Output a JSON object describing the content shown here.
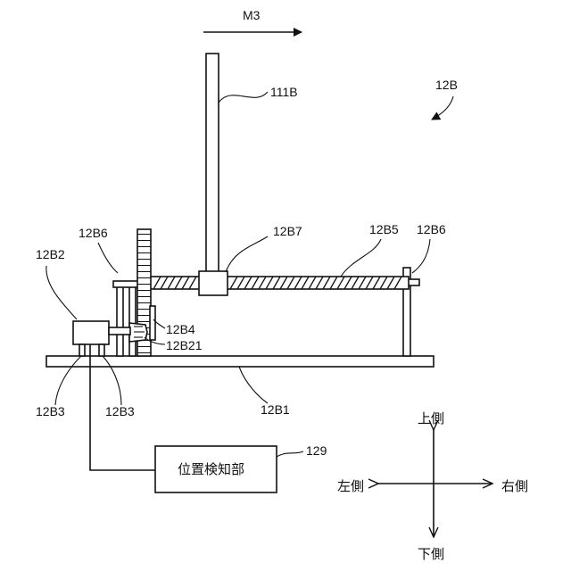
{
  "labels": {
    "m3": "M3",
    "l111b": "111B",
    "l12b": "12B",
    "l12b6_left": "12B6",
    "l12b7": "12B7",
    "l12b5": "12B5",
    "l12b6_right": "12B6",
    "l12b2": "12B2",
    "l12b4": "12B4",
    "l12b21": "12B21",
    "l12b3_left": "12B3",
    "l12b3_right": "12B3",
    "l12b1": "12B1",
    "l129": "129",
    "detector": "位置検知部",
    "dir_up": "上側",
    "dir_down": "下側",
    "dir_left": "左側",
    "dir_right": "右側"
  },
  "colors": {
    "line": "#111111",
    "background": "#ffffff"
  },
  "icons": [
    "arrow-right-icon",
    "cross-arrow-icon"
  ]
}
